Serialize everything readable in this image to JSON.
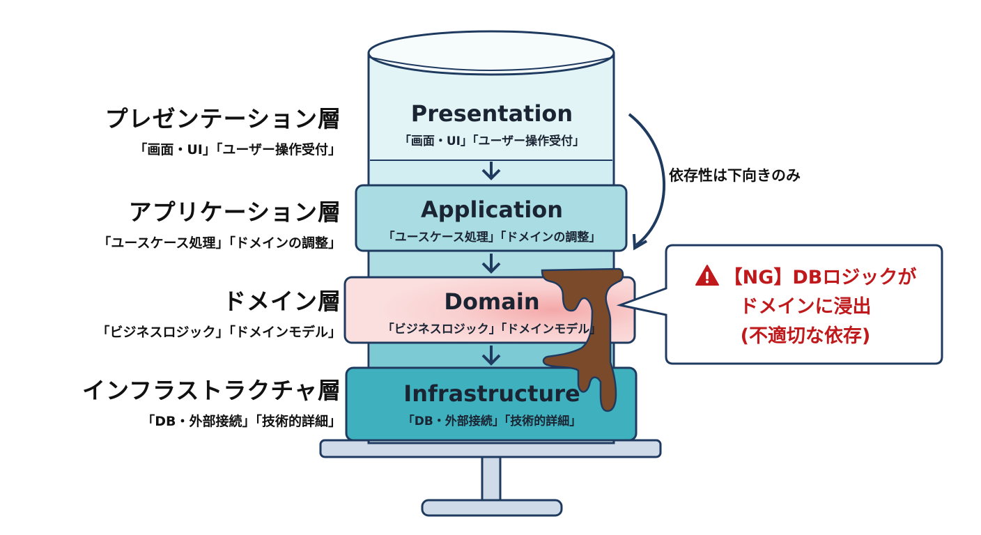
{
  "diagram": {
    "layers": [
      {
        "id": "presentation",
        "name": "Presentation",
        "jp_name": "プレゼンテーション層",
        "description": "「画面・UI」「ユーザー操作受付」",
        "color": "#e6f6f9"
      },
      {
        "id": "application",
        "name": "Application",
        "jp_name": "アプリケーション層",
        "description": "「ユースケース処理」「ドメインの調整」",
        "color": "#a9dde3"
      },
      {
        "id": "domain",
        "name": "Domain",
        "jp_name": "ドメイン層",
        "description": "「ビジネスロジック」「ドメインモデル」",
        "color": "#fbdcdc"
      },
      {
        "id": "infrastructure",
        "name": "Infrastructure",
        "jp_name": "インフラストラクチャ層",
        "description": "「DB・外部接続」「技術的詳細」",
        "color": "#3fb0bd"
      }
    ],
    "dependency_label": "依存性は下向きのみ",
    "callout": {
      "lines": [
        "【NG】DBロジックが",
        "ドメインに浸出",
        "(不適切な依存)"
      ],
      "icon": "warning-triangle-icon",
      "color": "#c0191c"
    },
    "colors": {
      "outline": "#1f3a5f",
      "leak": "#7b4a2a",
      "stand": "#cfdbe8"
    }
  }
}
